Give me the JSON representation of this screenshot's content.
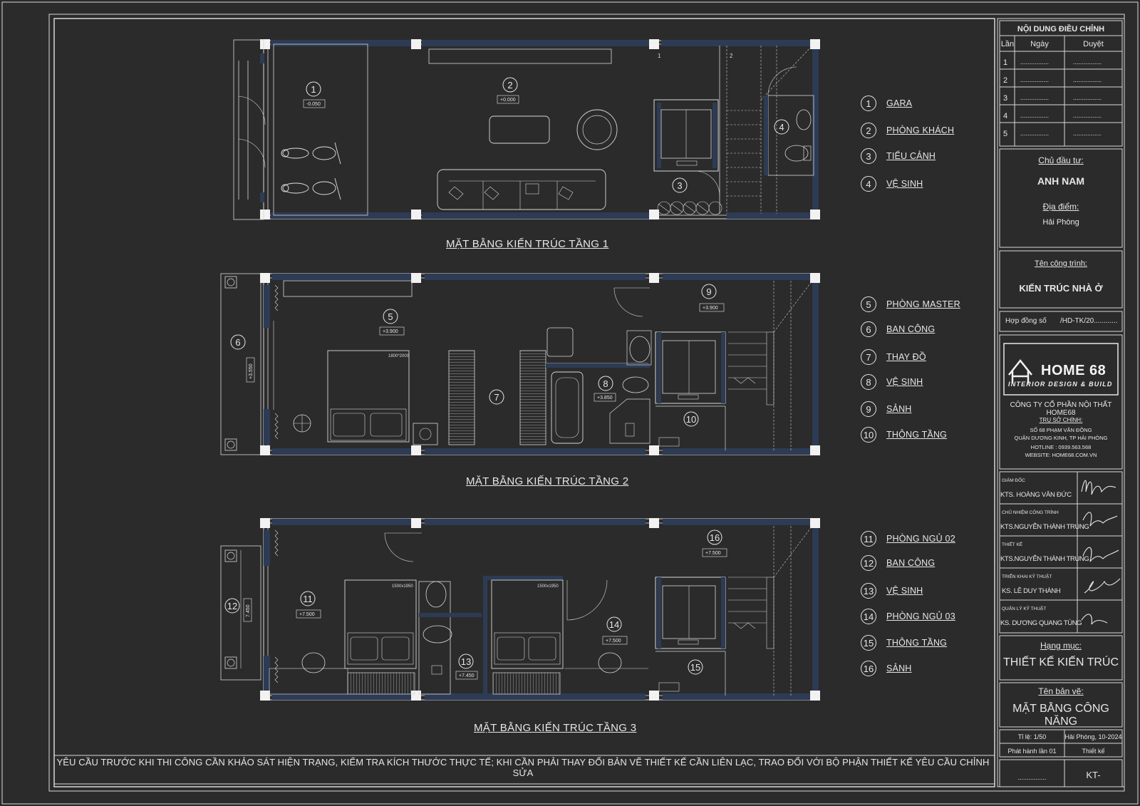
{
  "legend": [
    {
      "num": "1",
      "label": "GARA"
    },
    {
      "num": "2",
      "label": "PHÒNG KHÁCH"
    },
    {
      "num": "3",
      "label": "TIỂU CẢNH"
    },
    {
      "num": "4",
      "label": "VỆ SINH"
    },
    {
      "num": "5",
      "label": "PHÒNG MASTER"
    },
    {
      "num": "6",
      "label": "BAN CÔNG"
    },
    {
      "num": "7",
      "label": "THAY ĐỒ"
    },
    {
      "num": "8",
      "label": "VỆ SINH"
    },
    {
      "num": "9",
      "label": "SẢNH"
    },
    {
      "num": "10",
      "label": "THÔNG TẦNG"
    },
    {
      "num": "11",
      "label": "PHÒNG NGỦ 02"
    },
    {
      "num": "12",
      "label": "BAN CÔNG"
    },
    {
      "num": "13",
      "label": "VỆ SINH"
    },
    {
      "num": "14",
      "label": "PHÒNG NGỦ 03"
    },
    {
      "num": "15",
      "label": "THÔNG TẦNG"
    },
    {
      "num": "16",
      "label": "SẢNH"
    }
  ],
  "plans": {
    "floor1_title": "MẶT BẰNG KIẾN TRÚC TẦNG 1",
    "floor2_title": "MẶT BẰNG KIẾN TRÚC TẦNG 2",
    "floor3_title": "MẶT BẰNG KIẾN TRÚC TẦNG 3"
  },
  "level_tags": {
    "l1": "-0.050",
    "l2": "+0.000",
    "l5": "+3.900",
    "l6": "+3.550",
    "l8": "+3.850",
    "l9": "+3.900",
    "l11": "+7.500",
    "l12": "7.450",
    "l13": "+7.450",
    "l14": "+7.500",
    "l16": "+7.500"
  },
  "bed_sizes": {
    "master": "1800*2000",
    "b02": "1500x1950",
    "b03": "1500x1950"
  },
  "stair_nums": {
    "s1": "1",
    "s2": "2"
  },
  "note": "YÊU CẦU TRƯỚC KHI THI CÔNG CẦN KHẢO SÁT HIỆN TRẠNG, KIỂM TRA  KÍCH THƯỚC THỰC TẾ; KHI CẦN PHẢI THAY ĐỔI BẢN VẼ THIẾT KẾ CẦN LIÊN LẠC, TRAO ĐỔI VỚI BỘ PHẬN THIẾT KẾ YÊU CẦU CHỈNH SỬA",
  "title_block": {
    "revision_header": "NỘI DUNG ĐIỀU CHỈNH",
    "col_lan": "Lần",
    "col_ngay": "Ngày",
    "col_duyet": "Duyệt",
    "rows": [
      "1",
      "2",
      "3",
      "4",
      "5"
    ],
    "dots": "................",
    "investor_label": "Chủ đầu tư:",
    "investor": "ANH NAM",
    "location_label": "Địa điểm:",
    "location": "Hải Phòng",
    "project_label": "Tên công trình:",
    "project": "KIẾN TRÚC NHÀ Ở",
    "contract_label": "Hợp đồng số",
    "contract_no": "/HD-TK/20............",
    "logo_text": "HOME 68",
    "logo_sub": "INTERIOR DESIGN & BUILD",
    "company": "CÔNG TY CỔ PHẦN NỘI THẤT HOME68",
    "hq_label": "TRỤ SỞ CHÍNH:",
    "address1": "SỐ 68 PHẠM VĂN ĐỒNG",
    "address2": "QUẬN DƯƠNG KINH, TP HẢI PHÒNG",
    "hotline": "HOTLINE : 0939.563.568",
    "website": "WEBSITE: HOME68.COM.VN",
    "roles": [
      {
        "role": "GIÁM ĐỐC",
        "name": "KTS. HOÀNG VĂN ĐỨC"
      },
      {
        "role": "CHỦ NHIỆM CÔNG TRÌNH",
        "name": "KTS.NGUYỄN THÀNH TRUNG"
      },
      {
        "role": "THIẾT KẾ",
        "name": "KTS.NGUYỄN THÀNH TRUNG"
      },
      {
        "role": "TRIỂN KHAI KỸ THUẬT",
        "name": "KS. LÊ DUY THÀNH"
      },
      {
        "role": "QUẢN LÝ KỸ THUẬT",
        "name": "KS. DƯƠNG QUANG TÙNG"
      }
    ],
    "category_label": "Hạng mục:",
    "category": "THIẾT KẾ KIẾN TRÚC",
    "drawing_label": "Tên bản vẽ:",
    "drawing": "MẶT BẰNG CÔNG NĂNG",
    "scale": "Tỉ lệ: 1/50",
    "date": "Hải Phòng, 10-2024",
    "issue": "Phát hành lần 01",
    "design": "Thiết kế",
    "sheet_dots": "................",
    "sheet_code": "KT-"
  }
}
